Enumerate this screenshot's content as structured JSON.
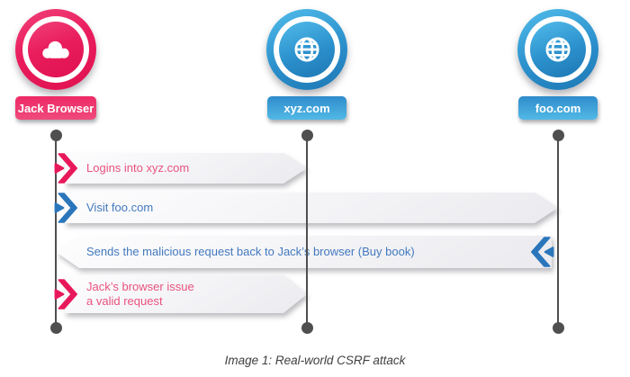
{
  "diagram": {
    "title_caption": "Image 1: Real-world CSRF attack",
    "actors": [
      {
        "label": "Jack Browser",
        "icon": "cloud-icon",
        "theme": "pink"
      },
      {
        "label": "xyz.com",
        "icon": "globe-icon",
        "theme": "blue"
      },
      {
        "label": "foo.com",
        "icon": "globe-icon",
        "theme": "blue"
      }
    ],
    "messages": [
      {
        "lines": [
          "Logins into xyz.com"
        ],
        "from": "Jack Browser",
        "to": "xyz.com",
        "direction": "right",
        "theme": "pink"
      },
      {
        "lines": [
          "Visit foo.com"
        ],
        "from": "Jack Browser",
        "to": "foo.com",
        "direction": "right",
        "theme": "blue"
      },
      {
        "lines": [
          "Sends the malicious request back to Jack’s browser (Buy book)"
        ],
        "from": "foo.com",
        "to": "Jack Browser",
        "direction": "left",
        "theme": "blue"
      },
      {
        "lines": [
          "Jack’s browser issue",
          "a valid request"
        ],
        "from": "Jack Browser",
        "to": "xyz.com",
        "direction": "right",
        "theme": "pink"
      }
    ],
    "colors": {
      "pink": "#e91d5c",
      "blue": "#2e8ccb",
      "pink_text": "#e9527d",
      "blue_text": "#4379be",
      "lifeline": "#4f4f4f"
    }
  }
}
